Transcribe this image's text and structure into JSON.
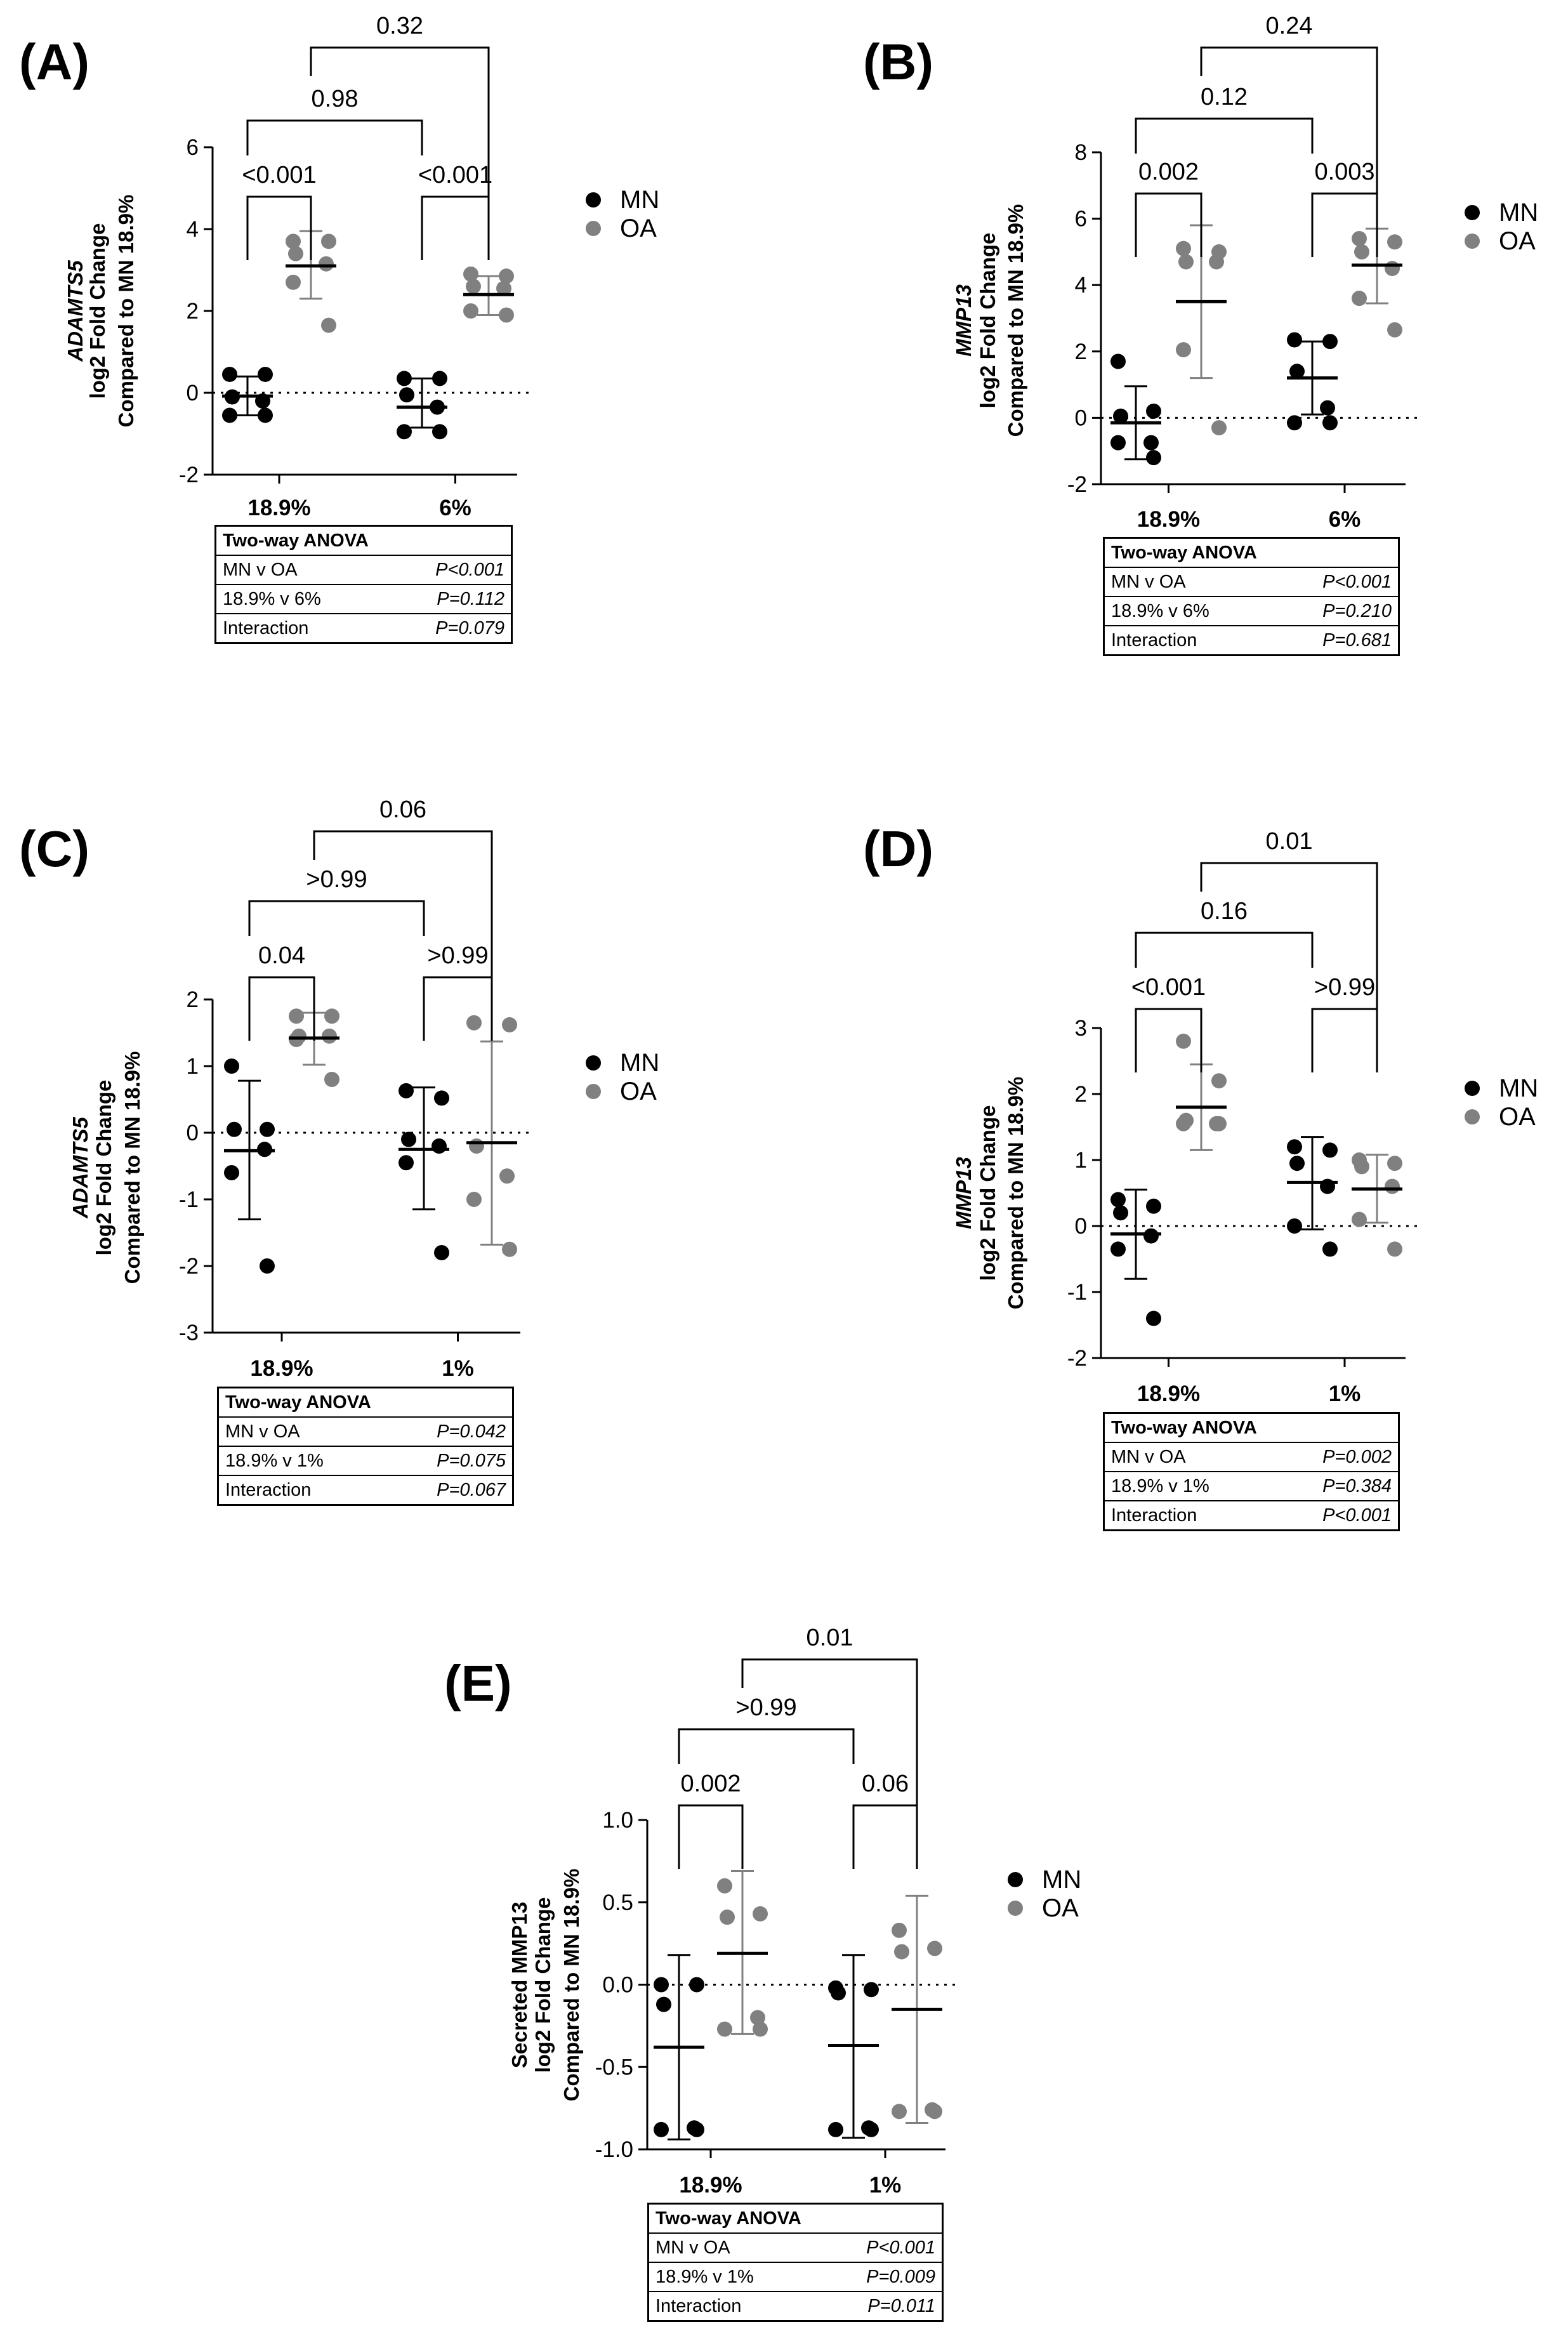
{
  "legend": {
    "mn_label": "MN",
    "oa_label": "OA"
  },
  "colors": {
    "mn": "#000000",
    "oa": "#808080"
  },
  "chart_data": [
    {
      "panel": "(A)",
      "type": "scatter",
      "ylabel_gene": "ADAMTS5",
      "ylabel_line2": "log2 Fold Change",
      "ylabel_line3": "Compared to  MN 18.9%",
      "ylim": [
        -2,
        6
      ],
      "yticks": [
        6,
        4,
        2,
        0,
        -2
      ],
      "categories": [
        "18.9%",
        "6%"
      ],
      "series": [
        {
          "name": "MN",
          "mean": [
            -0.08,
            -0.35
          ],
          "sd_low": [
            -0.55,
            -0.85
          ],
          "sd_high": [
            0.4,
            0.35
          ],
          "points": [
            [
              0.45,
              0.45,
              -0.1,
              -0.2,
              -0.55,
              -0.55
            ],
            [
              0.35,
              0.35,
              -0.05,
              -0.35,
              -0.95,
              -0.95
            ]
          ]
        },
        {
          "name": "OA",
          "mean": [
            3.1,
            2.4
          ],
          "sd_low": [
            2.3,
            1.9
          ],
          "sd_high": [
            3.95,
            2.85
          ],
          "points": [
            [
              3.7,
              3.7,
              3.4,
              3.15,
              2.7,
              1.65
            ],
            [
              2.9,
              2.85,
              2.6,
              2.55,
              2.0,
              1.9
            ]
          ]
        }
      ],
      "comparisons": [
        "<0.001",
        "<0.001",
        "0.98",
        "0.32"
      ],
      "anova": {
        "title": "Two-way ANOVA",
        "rows": [
          {
            "label": "MN v OA",
            "p": "P<0.001"
          },
          {
            "label": "18.9% v 6%",
            "p": "P=0.112"
          },
          {
            "label": "Interaction",
            "p": "P=0.079"
          }
        ]
      }
    },
    {
      "panel": "(B)",
      "type": "scatter",
      "ylabel_gene": "MMP13",
      "ylabel_line2": "log2 Fold Change",
      "ylabel_line3": "Compared to  MN 18.9%",
      "ylim": [
        -2,
        8
      ],
      "yticks": [
        8,
        6,
        4,
        2,
        0,
        -2
      ],
      "categories": [
        "18.9%",
        "6%"
      ],
      "series": [
        {
          "name": "MN",
          "mean": [
            -0.15,
            1.2
          ],
          "sd_low": [
            -1.25,
            0.1
          ],
          "sd_high": [
            0.95,
            2.3
          ],
          "points": [
            [
              1.7,
              0.2,
              0.05,
              -0.75,
              -0.75,
              -1.2
            ],
            [
              2.35,
              2.3,
              1.4,
              0.3,
              -0.15,
              -0.15
            ]
          ]
        },
        {
          "name": "OA",
          "mean": [
            3.5,
            4.6
          ],
          "sd_low": [
            1.2,
            3.45
          ],
          "sd_high": [
            5.8,
            5.7
          ],
          "points": [
            [
              5.1,
              5.0,
              4.7,
              4.7,
              2.05,
              -0.3
            ],
            [
              5.4,
              5.3,
              5.0,
              4.5,
              3.6,
              2.65
            ]
          ]
        }
      ],
      "comparisons": [
        "0.002",
        "0.003",
        "0.12",
        "0.24"
      ],
      "anova": {
        "title": "Two-way ANOVA",
        "rows": [
          {
            "label": "MN v OA",
            "p": "P<0.001"
          },
          {
            "label": "18.9% v 6%",
            "p": "P=0.210"
          },
          {
            "label": "Interaction",
            "p": "P=0.681"
          }
        ]
      }
    },
    {
      "panel": "(C)",
      "type": "scatter",
      "ylabel_gene": "ADAMTS5",
      "ylabel_line2": "log2 Fold Change",
      "ylabel_line3": "Compared to  MN 18.9%",
      "ylim": [
        -3,
        2
      ],
      "yticks": [
        2,
        1,
        0,
        -1,
        -2,
        -3
      ],
      "categories": [
        "18.9%",
        "1%"
      ],
      "series": [
        {
          "name": "MN",
          "mean": [
            -0.27,
            -0.25
          ],
          "sd_low": [
            -1.3,
            -1.15
          ],
          "sd_high": [
            0.78,
            0.68
          ],
          "points": [
            [
              1.0,
              0.05,
              0.05,
              -0.25,
              -0.6,
              -2.0
            ],
            [
              0.63,
              0.52,
              -0.1,
              -0.2,
              -0.45,
              -1.8
            ]
          ]
        },
        {
          "name": "OA",
          "mean": [
            1.42,
            -0.15
          ],
          "sd_low": [
            1.02,
            -1.68
          ],
          "sd_high": [
            1.8,
            1.37
          ],
          "points": [
            [
              1.75,
              1.75,
              1.45,
              1.45,
              1.4,
              0.8
            ],
            [
              1.65,
              1.62,
              -0.2,
              -0.65,
              -1.0,
              -1.75
            ]
          ]
        }
      ],
      "comparisons": [
        "0.04",
        ">0.99",
        ">0.99",
        "0.06"
      ],
      "anova": {
        "title": "Two-way ANOVA",
        "rows": [
          {
            "label": "MN v OA",
            "p": "P=0.042"
          },
          {
            "label": "18.9% v 1%",
            "p": "P=0.075"
          },
          {
            "label": "Interaction",
            "p": "P=0.067"
          }
        ]
      }
    },
    {
      "panel": "(D)",
      "type": "scatter",
      "ylabel_gene": "MMP13",
      "ylabel_line2": "log2 Fold Change",
      "ylabel_line3": "Compared to  MN 18.9%",
      "ylim": [
        -2,
        3
      ],
      "yticks": [
        3,
        2,
        1,
        0,
        -1,
        -2
      ],
      "categories": [
        "18.9%",
        "1%"
      ],
      "series": [
        {
          "name": "MN",
          "mean": [
            -0.12,
            0.66
          ],
          "sd_low": [
            -0.8,
            -0.05
          ],
          "sd_high": [
            0.55,
            1.35
          ],
          "points": [
            [
              0.4,
              0.3,
              0.2,
              -0.15,
              -0.35,
              -1.4
            ],
            [
              1.2,
              1.15,
              0.95,
              0.6,
              0.0,
              -0.35
            ]
          ]
        },
        {
          "name": "OA",
          "mean": [
            1.8,
            0.56
          ],
          "sd_low": [
            1.15,
            0.05
          ],
          "sd_high": [
            2.45,
            1.08
          ],
          "points": [
            [
              2.8,
              2.2,
              1.6,
              1.55,
              1.55,
              1.55
            ],
            [
              1.0,
              0.95,
              0.9,
              0.6,
              0.1,
              -0.35
            ]
          ]
        }
      ],
      "comparisons": [
        "<0.001",
        ">0.99",
        "0.16",
        "0.01"
      ],
      "anova": {
        "title": "Two-way ANOVA",
        "rows": [
          {
            "label": "MN v OA",
            "p": "P=0.002"
          },
          {
            "label": "18.9% v 1%",
            "p": "P=0.384"
          },
          {
            "label": "Interaction",
            "p": "P<0.001"
          }
        ]
      }
    },
    {
      "panel": "(E)",
      "type": "scatter",
      "ylabel_gene": "Secreted MMP13",
      "ylabel_line2": "log2 Fold Change",
      "ylabel_line3": "Compared to  MN 18.9%",
      "ylim": [
        -1.0,
        1.0
      ],
      "yticks": [
        "1.0",
        "0.5",
        "0.0",
        "-0.5",
        "-1.0"
      ],
      "categories": [
        "18.9%",
        "1%"
      ],
      "series": [
        {
          "name": "MN",
          "mean": [
            -0.38,
            -0.37
          ],
          "sd_low": [
            -0.94,
            -0.93
          ],
          "sd_high": [
            0.18,
            0.18
          ],
          "points": [
            [
              0.0,
              0.0,
              -0.12,
              -0.87,
              -0.88,
              -0.88
            ],
            [
              -0.02,
              -0.03,
              -0.05,
              -0.87,
              -0.88,
              -0.88
            ]
          ]
        },
        {
          "name": "OA",
          "mean": [
            0.19,
            -0.15
          ],
          "sd_low": [
            -0.3,
            -0.84
          ],
          "sd_high": [
            0.69,
            0.54
          ],
          "points": [
            [
              0.6,
              0.43,
              0.41,
              -0.2,
              -0.27,
              -0.27
            ],
            [
              0.33,
              0.22,
              0.2,
              -0.76,
              -0.77,
              -0.77
            ]
          ]
        }
      ],
      "comparisons": [
        "0.002",
        "0.06",
        ">0.99",
        "0.01"
      ],
      "anova": {
        "title": "Two-way ANOVA",
        "rows": [
          {
            "label": "MN v OA",
            "p": "P<0.001"
          },
          {
            "label": "18.9% v 1%",
            "p": "P=0.009"
          },
          {
            "label": "Interaction",
            "p": "P=0.011"
          }
        ]
      }
    }
  ]
}
